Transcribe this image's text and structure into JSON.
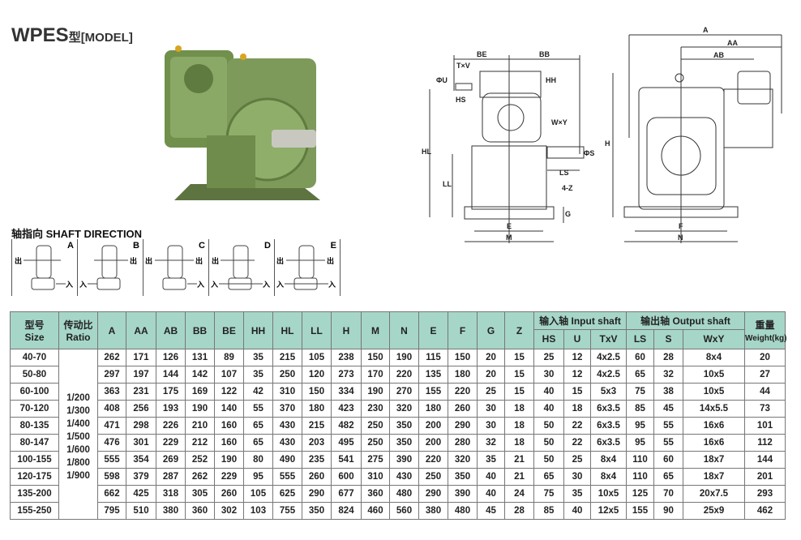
{
  "title": {
    "model": "WPES",
    "suffix": "型[MODEL]"
  },
  "shaft_direction": {
    "title": "轴指向  SHAFT DIRECTION",
    "out_label": "出",
    "in_label": "入",
    "options": [
      "A",
      "B",
      "C",
      "D",
      "E"
    ]
  },
  "side_view": {
    "labels": {
      "BE": "BE",
      "BB": "BB",
      "TxV": "T×V",
      "U": "ΦU",
      "HS": "HS",
      "HH": "HH",
      "HL": "HL",
      "LL": "LL",
      "WxY": "W×Y",
      "S": "ΦS",
      "LS": "LS",
      "Z": "4-Z",
      "G": "G",
      "E": "E",
      "M": "M"
    }
  },
  "front_view": {
    "labels": {
      "A": "A",
      "AA": "AA",
      "AB": "AB",
      "H": "H",
      "F": "F",
      "N": "N"
    }
  },
  "table": {
    "size_header": {
      "cn": "型号",
      "en": "Size"
    },
    "ratio_header": {
      "cn": "传动比",
      "en": "Ratio"
    },
    "dim_headers": [
      "A",
      "AA",
      "AB",
      "BB",
      "BE",
      "HH",
      "HL",
      "LL",
      "H",
      "M",
      "N",
      "E",
      "F",
      "G",
      "Z"
    ],
    "input_group": "输入轴 Input shaft",
    "input_headers": [
      "HS",
      "U",
      "TxV"
    ],
    "output_group": "输出轴 Output shaft",
    "output_headers": [
      "LS",
      "S",
      "WxY"
    ],
    "weight_header": {
      "cn": "重量",
      "en": "Weight(kg)"
    },
    "ratios": [
      "1/200",
      "1/300",
      "1/400",
      "1/500",
      "1/600",
      "1/800",
      "1/900"
    ],
    "rows": [
      [
        "40-70",
        "262",
        "171",
        "126",
        "131",
        "89",
        "35",
        "215",
        "105",
        "238",
        "150",
        "190",
        "115",
        "150",
        "20",
        "15",
        "25",
        "12",
        "4x2.5",
        "60",
        "28",
        "8x4",
        "20"
      ],
      [
        "50-80",
        "297",
        "197",
        "144",
        "142",
        "107",
        "35",
        "250",
        "120",
        "273",
        "170",
        "220",
        "135",
        "180",
        "20",
        "15",
        "30",
        "12",
        "4x2.5",
        "65",
        "32",
        "10x5",
        "27"
      ],
      [
        "60-100",
        "363",
        "231",
        "175",
        "169",
        "122",
        "42",
        "310",
        "150",
        "334",
        "190",
        "270",
        "155",
        "220",
        "25",
        "15",
        "40",
        "15",
        "5x3",
        "75",
        "38",
        "10x5",
        "44"
      ],
      [
        "70-120",
        "408",
        "256",
        "193",
        "190",
        "140",
        "55",
        "370",
        "180",
        "423",
        "230",
        "320",
        "180",
        "260",
        "30",
        "18",
        "40",
        "18",
        "6x3.5",
        "85",
        "45",
        "14x5.5",
        "73"
      ],
      [
        "80-135",
        "471",
        "298",
        "226",
        "210",
        "160",
        "65",
        "430",
        "215",
        "482",
        "250",
        "350",
        "200",
        "290",
        "30",
        "18",
        "50",
        "22",
        "6x3.5",
        "95",
        "55",
        "16x6",
        "101"
      ],
      [
        "80-147",
        "476",
        "301",
        "229",
        "212",
        "160",
        "65",
        "430",
        "203",
        "495",
        "250",
        "350",
        "200",
        "280",
        "32",
        "18",
        "50",
        "22",
        "6x3.5",
        "95",
        "55",
        "16x6",
        "112"
      ],
      [
        "100-155",
        "555",
        "354",
        "269",
        "252",
        "190",
        "80",
        "490",
        "235",
        "541",
        "275",
        "390",
        "220",
        "320",
        "35",
        "21",
        "50",
        "25",
        "8x4",
        "110",
        "60",
        "18x7",
        "144"
      ],
      [
        "120-175",
        "598",
        "379",
        "287",
        "262",
        "229",
        "95",
        "555",
        "260",
        "600",
        "310",
        "430",
        "250",
        "350",
        "40",
        "21",
        "65",
        "30",
        "8x4",
        "110",
        "65",
        "18x7",
        "201"
      ],
      [
        "135-200",
        "662",
        "425",
        "318",
        "305",
        "260",
        "105",
        "625",
        "290",
        "677",
        "360",
        "480",
        "290",
        "390",
        "40",
        "24",
        "75",
        "35",
        "10x5",
        "125",
        "70",
        "20x7.5",
        "293"
      ],
      [
        "155-250",
        "795",
        "510",
        "380",
        "360",
        "302",
        "103",
        "755",
        "350",
        "824",
        "460",
        "560",
        "380",
        "480",
        "45",
        "28",
        "85",
        "40",
        "12x5",
        "155",
        "90",
        "25x9",
        "462"
      ]
    ]
  },
  "colors": {
    "header_bg": "#a6d6c8",
    "gear_green": "#7d9a5a"
  }
}
